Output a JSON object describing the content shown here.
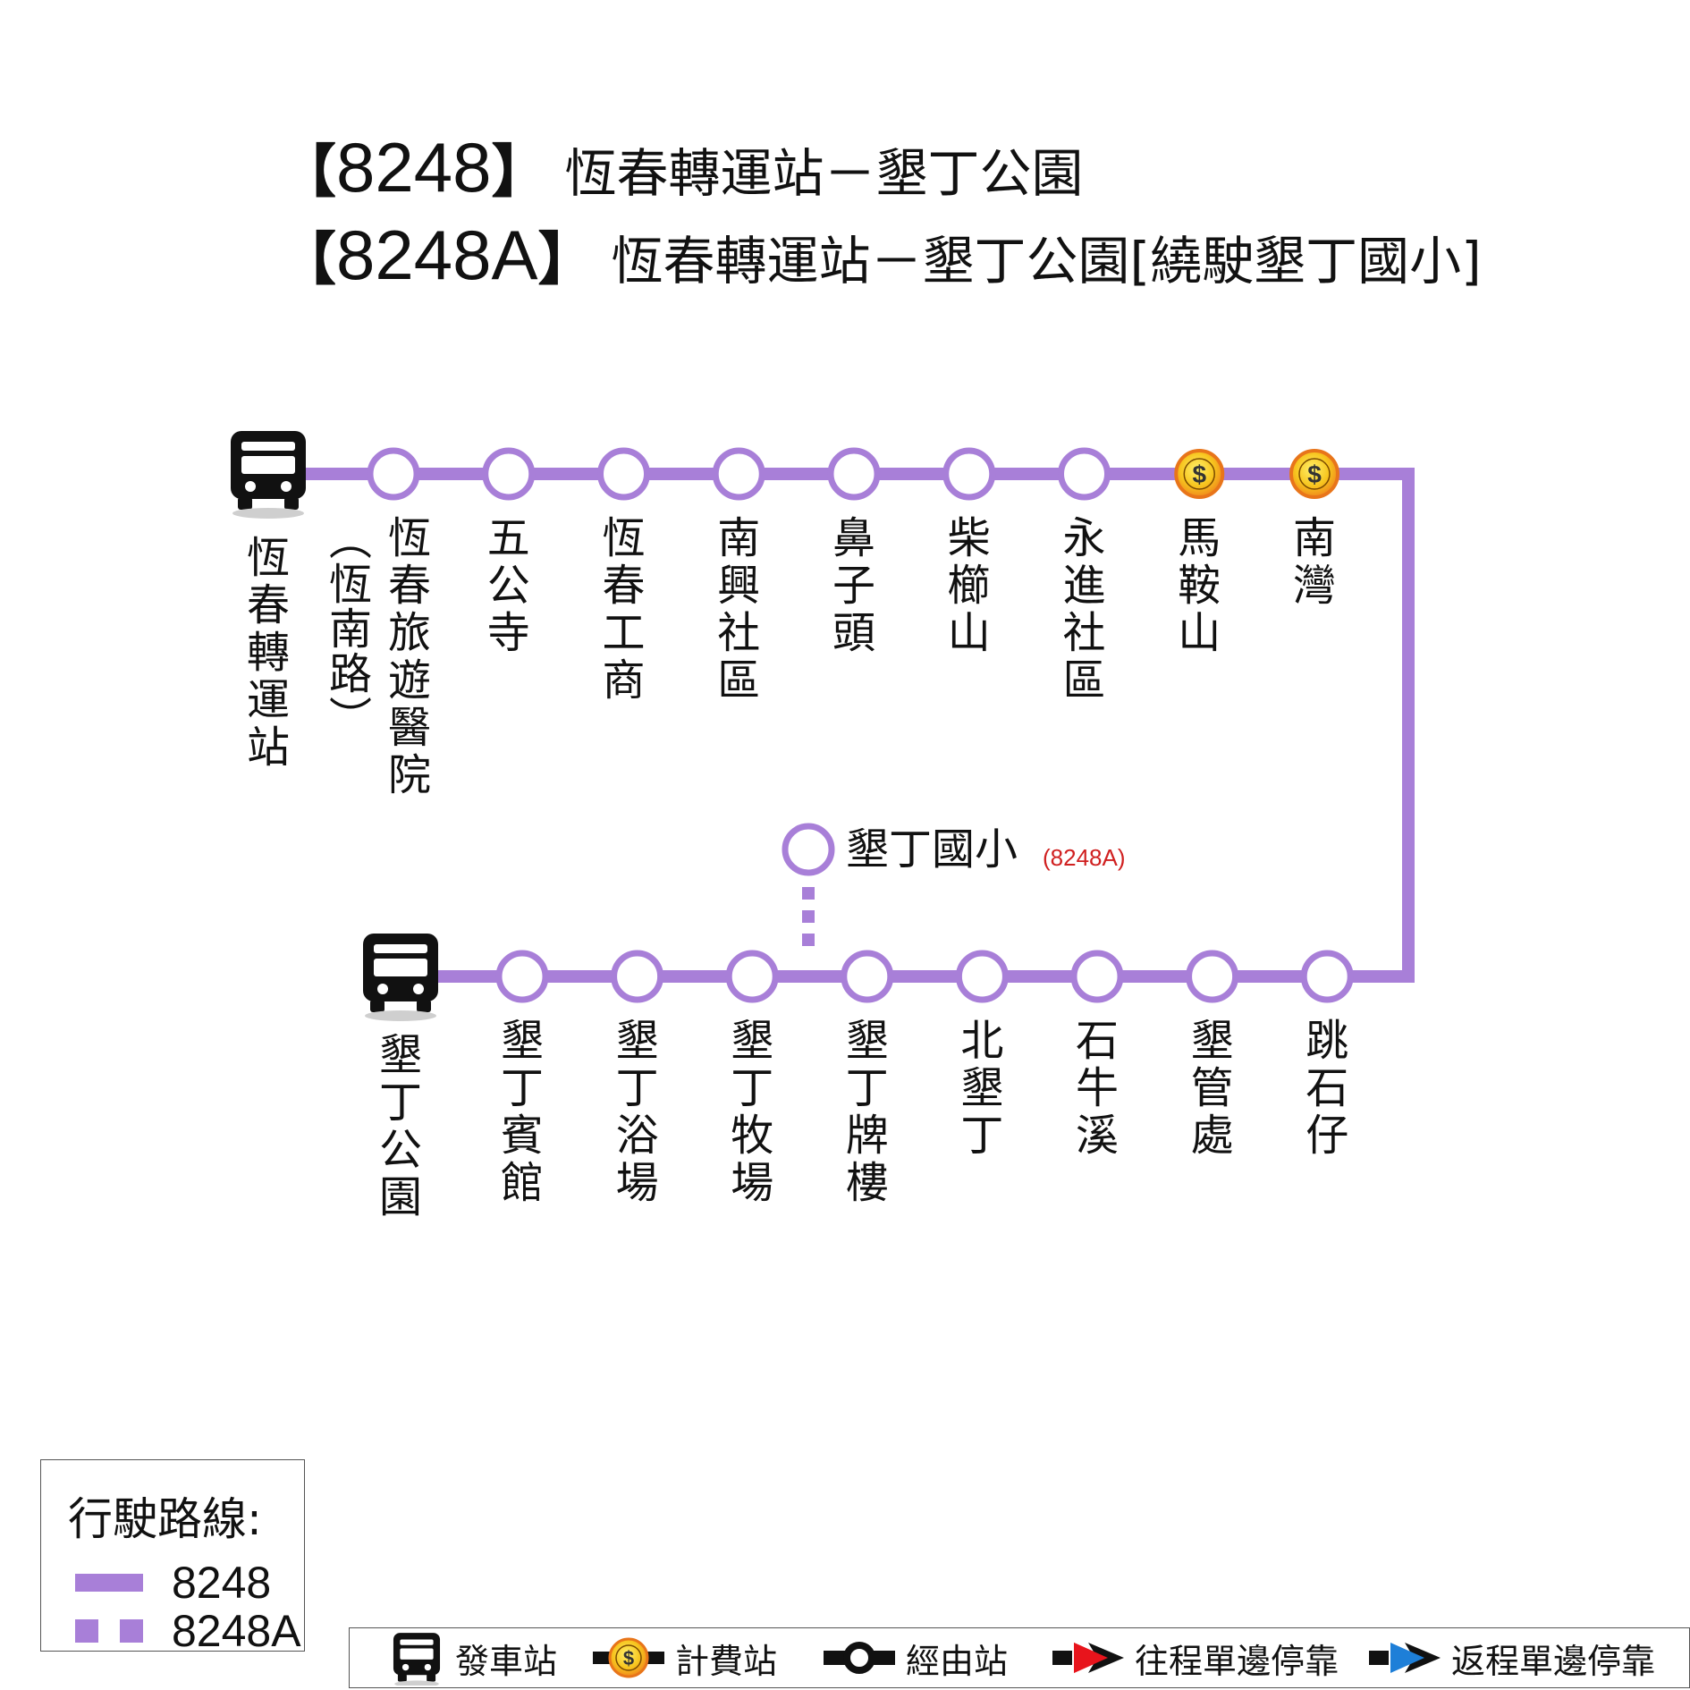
{
  "titles": [
    {
      "open": "【",
      "route": "8248",
      "close": "】",
      "desc": "恆春轉運站－墾丁公園"
    },
    {
      "open": "【",
      "route": "8248A",
      "close": "】",
      "desc": "恆春轉運站－墾丁公園[繞駛墾丁國小]"
    }
  ],
  "colors": {
    "route": "#a87fd8",
    "fare_yellow": "#f7c51e",
    "fare_orange": "#f08a1c",
    "red_arrow": "#e8141c",
    "blue_arrow": "#1e7fd8"
  },
  "top_row": {
    "start": {
      "label": "恆春轉運站",
      "icon": "bus-icon"
    },
    "stops": [
      {
        "label": "恆春旅遊醫院",
        "sub": "(恆南路)",
        "fare": false
      },
      {
        "label": "五公寺",
        "fare": false
      },
      {
        "label": "恆春工商",
        "fare": false
      },
      {
        "label": "南興社區",
        "fare": false
      },
      {
        "label": "鼻子頭",
        "fare": false
      },
      {
        "label": "柴櫛山",
        "fare": false
      },
      {
        "label": "永進社區",
        "fare": false
      },
      {
        "label": "馬鞍山",
        "fare": true
      },
      {
        "label": "南灣",
        "fare": true
      }
    ]
  },
  "bottom_row": {
    "end": {
      "label": "墾丁公園",
      "icon": "bus-icon"
    },
    "stops": [
      {
        "label": "墾丁賓館"
      },
      {
        "label": "墾丁浴場"
      },
      {
        "label": "墾丁牧場"
      },
      {
        "label": "墾丁牌樓"
      },
      {
        "label": "北墾丁"
      },
      {
        "label": "石牛溪"
      },
      {
        "label": "墾管處"
      },
      {
        "label": "跳石仔"
      }
    ]
  },
  "branch": {
    "label": "墾丁國小",
    "tag": "(8248A)"
  },
  "fare_symbol": "$",
  "legend": {
    "title": "行駛路線:",
    "items": [
      {
        "style": "solid",
        "label": "8248"
      },
      {
        "style": "dashed",
        "label": "8248A"
      }
    ]
  },
  "symbols": [
    {
      "icon": "bus-icon",
      "label": "發車站"
    },
    {
      "icon": "fare-icon",
      "label": "計費站"
    },
    {
      "icon": "via-stop-icon",
      "label": "經由站"
    },
    {
      "icon": "red-arrow-icon",
      "label": "往程單邊停靠"
    },
    {
      "icon": "blue-arrow-icon",
      "label": "返程單邊停靠"
    }
  ]
}
